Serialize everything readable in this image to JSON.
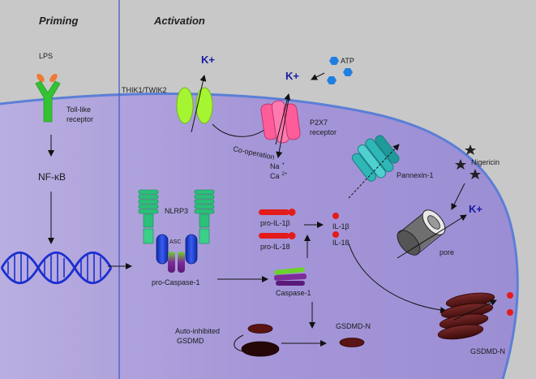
{
  "headers": {
    "priming": "Priming",
    "activation": "Activation"
  },
  "labels": {
    "lps": "LPS",
    "tlr": [
      "Toll-like",
      "receptor"
    ],
    "nfkb": "NF-κB",
    "k_plus_1": "K+",
    "k_plus_2": "K+",
    "k_plus_3": "K+",
    "atp": "ATP",
    "thik": "THIK1/TWIK2",
    "p2x7": [
      "P2X7",
      "receptor"
    ],
    "cooperation": "Co-operation",
    "na": "Na",
    "na_sup": "+",
    "ca": "Ca",
    "ca_sup": "2+",
    "pannexin": "Pannexin-1",
    "nigericin": "Nigericin",
    "nlrp3": "NLRP3",
    "asc": "ASC",
    "pro_caspase": "pro-Caspase-1",
    "pro_il1b": "pro-IL-1β",
    "pro_il18": "pro-IL-18",
    "il1b": "IL-1β",
    "il18": "IL-18",
    "caspase": "Caspase-1",
    "pore": "pore",
    "auto_inhibited": [
      "Auto-inhibited",
      "GSDMD"
    ],
    "gsdmd_n": "GSDMD-N",
    "gsdmd_n_pore": "GSDMD-N"
  },
  "colors": {
    "background": "#c9c9c9",
    "cell": "#a99ad9",
    "membrane": "#5b7fd6",
    "divider": "#3f5fc8",
    "tlr": "#33c233",
    "lps": "#f07a33",
    "thik": "#a6f533",
    "p2x7": "#ff5c9a",
    "pannexin": "#2fb7b7",
    "nlrp3": "#2cc07a",
    "asc": "#1838c8",
    "il": "#e31b1b",
    "gsdmd": "#5a1414",
    "pore": "#6f6f6f",
    "atp": "#1e7fe0",
    "dna": "#1a2fd0"
  }
}
